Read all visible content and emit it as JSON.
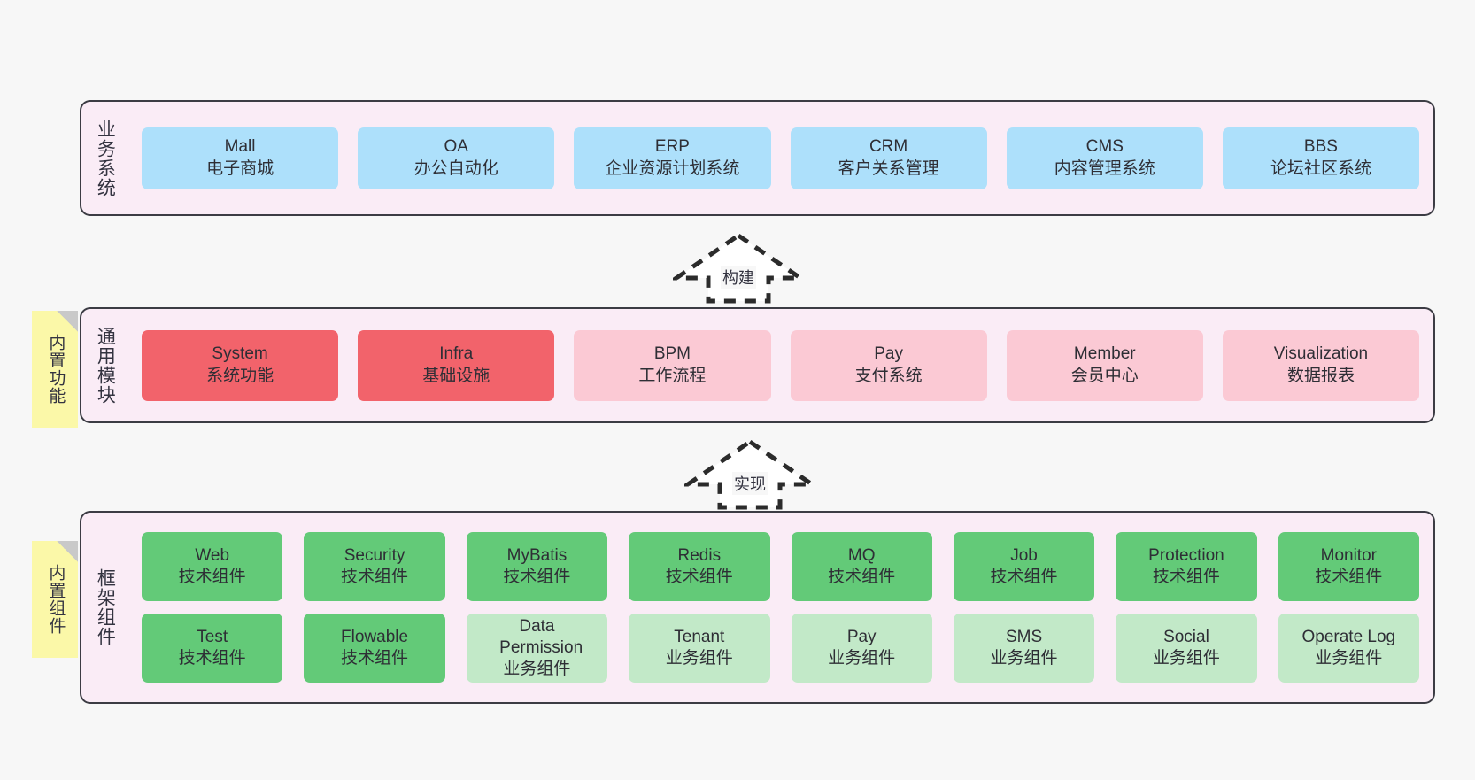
{
  "diagram": {
    "background": "#f7f7f7",
    "layer_fill": "#faecf6",
    "layer_border": "#3c3c44",
    "sticky_fill": "#fbf8a8",
    "colors": {
      "blue": "#ade0fb",
      "red": "#f2636b",
      "pink": "#fbc9d4",
      "green": "#63ca78",
      "light_green": "#c2e9c8"
    }
  },
  "layers": [
    {
      "id": "business-systems",
      "title": "业务系统",
      "rows": [
        {
          "cells": [
            {
              "name": "Mall",
              "desc": "电子商城",
              "color": "blue"
            },
            {
              "name": "OA",
              "desc": "办公自动化",
              "color": "blue"
            },
            {
              "name": "ERP",
              "desc": "企业资源计划系统",
              "color": "blue"
            },
            {
              "name": "CRM",
              "desc": "客户关系管理",
              "color": "blue"
            },
            {
              "name": "CMS",
              "desc": "内容管理系统",
              "color": "blue"
            },
            {
              "name": "BBS",
              "desc": "论坛社区系统",
              "color": "blue"
            }
          ]
        }
      ]
    },
    {
      "id": "common-modules",
      "title": "通用模块",
      "sticky": "内置功能",
      "rows": [
        {
          "cells": [
            {
              "name": "System",
              "desc": "系统功能",
              "color": "red"
            },
            {
              "name": "Infra",
              "desc": "基础设施",
              "color": "red"
            },
            {
              "name": "BPM",
              "desc": "工作流程",
              "color": "pink"
            },
            {
              "name": "Pay",
              "desc": "支付系统",
              "color": "pink"
            },
            {
              "name": "Member",
              "desc": "会员中心",
              "color": "pink"
            },
            {
              "name": "Visualization",
              "desc": "数据报表",
              "color": "pink"
            }
          ]
        }
      ]
    },
    {
      "id": "framework-components",
      "title": "框架组件",
      "sticky": "内置组件",
      "rows": [
        {
          "cells": [
            {
              "name": "Web",
              "desc": "技术组件",
              "color": "green"
            },
            {
              "name": "Security",
              "desc": "技术组件",
              "color": "green"
            },
            {
              "name": "MyBatis",
              "desc": "技术组件",
              "color": "green"
            },
            {
              "name": "Redis",
              "desc": "技术组件",
              "color": "green"
            },
            {
              "name": "MQ",
              "desc": "技术组件",
              "color": "green"
            },
            {
              "name": "Job",
              "desc": "技术组件",
              "color": "green"
            },
            {
              "name": "Protection",
              "desc": "技术组件",
              "color": "green"
            },
            {
              "name": "Monitor",
              "desc": "技术组件",
              "color": "green"
            }
          ]
        },
        {
          "cells": [
            {
              "name": "Test",
              "desc": "技术组件",
              "color": "green"
            },
            {
              "name": "Flowable",
              "desc": "技术组件",
              "color": "green"
            },
            {
              "name": "Data Permission",
              "desc": "业务组件",
              "color": "light_green"
            },
            {
              "name": "Tenant",
              "desc": "业务组件",
              "color": "light_green"
            },
            {
              "name": "Pay",
              "desc": "业务组件",
              "color": "light_green"
            },
            {
              "name": "SMS",
              "desc": "业务组件",
              "color": "light_green"
            },
            {
              "name": "Social",
              "desc": "业务组件",
              "color": "light_green"
            },
            {
              "name": "Operate Log",
              "desc": "业务组件",
              "color": "light_green"
            }
          ]
        }
      ]
    }
  ],
  "connectors": [
    {
      "id": "build",
      "label": "构建",
      "from": "common-modules",
      "to": "business-systems"
    },
    {
      "id": "implement",
      "label": "实现",
      "from": "framework-components",
      "to": "common-modules"
    }
  ]
}
